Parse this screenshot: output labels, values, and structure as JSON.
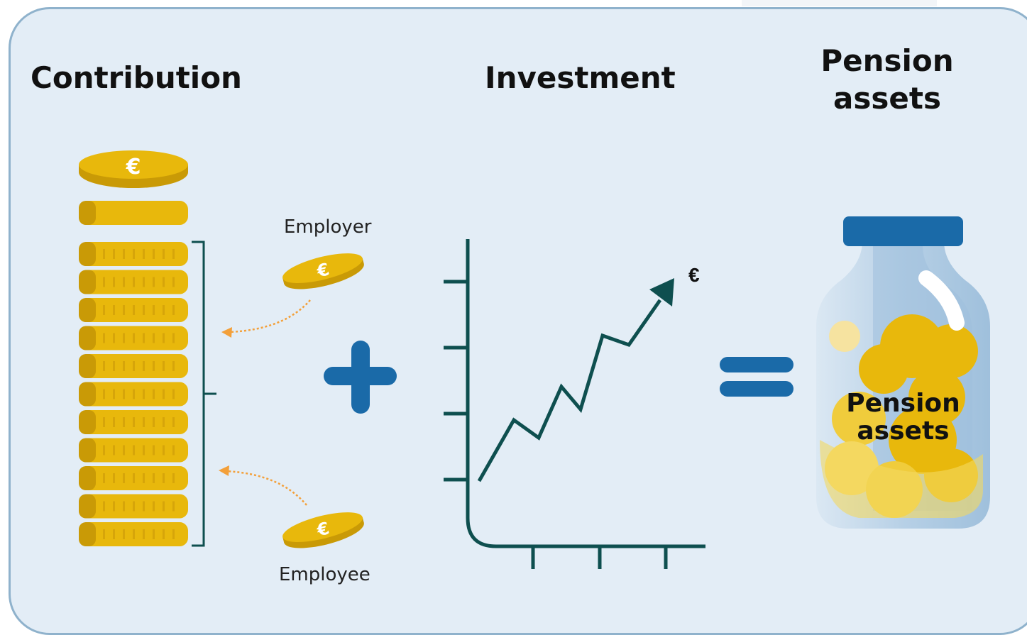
{
  "headings": {
    "contribution": "Contribution",
    "investment": "Investment",
    "pension_assets": "Pension assets"
  },
  "labels": {
    "employer": "Employer",
    "employee": "Employee",
    "jar_text": "Pension assets",
    "chart_currency": "€"
  },
  "icons": {
    "top_coin": "euro-coin-icon",
    "employer_coin": "euro-coin-icon",
    "employee_coin": "euro-coin-icon",
    "plus": "plus-icon",
    "equals": "equals-icon",
    "jar": "jar-icon"
  },
  "colors": {
    "background": "#e3edf6",
    "border": "#8fb2cc",
    "coin_gold": "#e8b80c",
    "coin_dark": "#c99a06",
    "operator_blue": "#1a6aa8",
    "chart_dark": "#0e4f4f",
    "arrow_orange": "#f3a03a"
  }
}
